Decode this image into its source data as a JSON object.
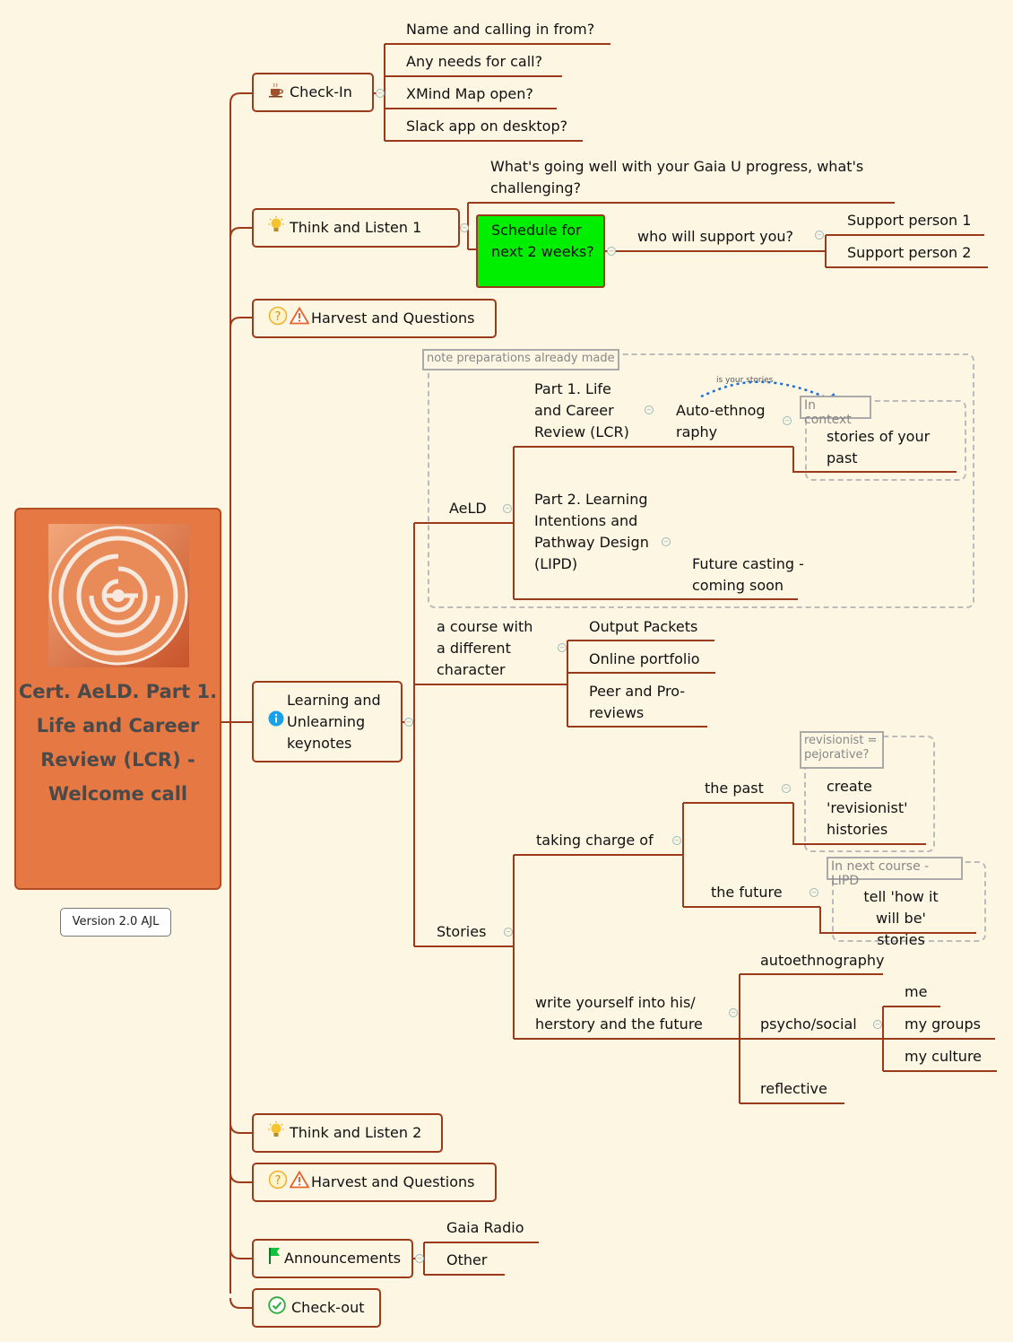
{
  "root": {
    "title": "Cert. AeLD. Part 1. Life and Career Review (LCR) - Welcome call",
    "version": "Version 2.0 AJL"
  },
  "checkin": {
    "label": "Check-In",
    "items": [
      "Name and calling in from?",
      "Any needs for call?",
      "XMind Map open?",
      "Slack app on desktop?"
    ]
  },
  "think1": {
    "label": "Think and Listen 1",
    "question": "What's going well with your Gaia U progress, what's challenging?",
    "schedule": "Schedule for next 2 weeks?",
    "support_q": "who will support you?",
    "support": [
      "Support person 1",
      "Support person 2"
    ]
  },
  "harvest1": {
    "label": "Harvest and Questions"
  },
  "learning": {
    "label": "Learning and Unlearning keynotes",
    "aeld": {
      "label": "AeLD",
      "group_note": "note preparations already made",
      "part1": "Part 1. Life and Career Review (LCR)",
      "auto": "Auto-ethnography",
      "rel_label": "is your stories",
      "context_note": "In context",
      "stories_past": "stories of your past",
      "part2": "Part 2. Learning Intentions and Pathway Design (LIPD)",
      "future": "Future casting - coming soon"
    },
    "course": {
      "label": "a course with a different character",
      "items": [
        "Output Packets",
        "Online portfolio",
        "Peer and Pro-reviews"
      ]
    },
    "stories": {
      "label": "Stories",
      "taking": "taking charge of",
      "past": "the past",
      "revisionist_note": "revisionist = pejorative?",
      "revisionist": "create 'revisionist' histories",
      "future": "the future",
      "next_note": "In next course - LIPD",
      "tell": "tell 'how it will be' stories",
      "write": "write yourself into his/ herstory and the future",
      "autoeth": "autoethnography",
      "psycho": "psycho/social",
      "psycho_items": [
        "me",
        "my groups",
        "my culture"
      ],
      "reflective": "reflective"
    }
  },
  "think2": {
    "label": "Think and Listen 2"
  },
  "harvest2": {
    "label": "Harvest and Questions"
  },
  "announce": {
    "label": "Announcements",
    "items": [
      "Gaia Radio",
      "Other"
    ]
  },
  "checkout": {
    "label": "Check-out"
  },
  "colors": {
    "line": "#9c3b1c",
    "root": "#e67843",
    "highlight": "#00ee00",
    "background": "#fdf6e3",
    "relationship": "#1a6fd8"
  }
}
